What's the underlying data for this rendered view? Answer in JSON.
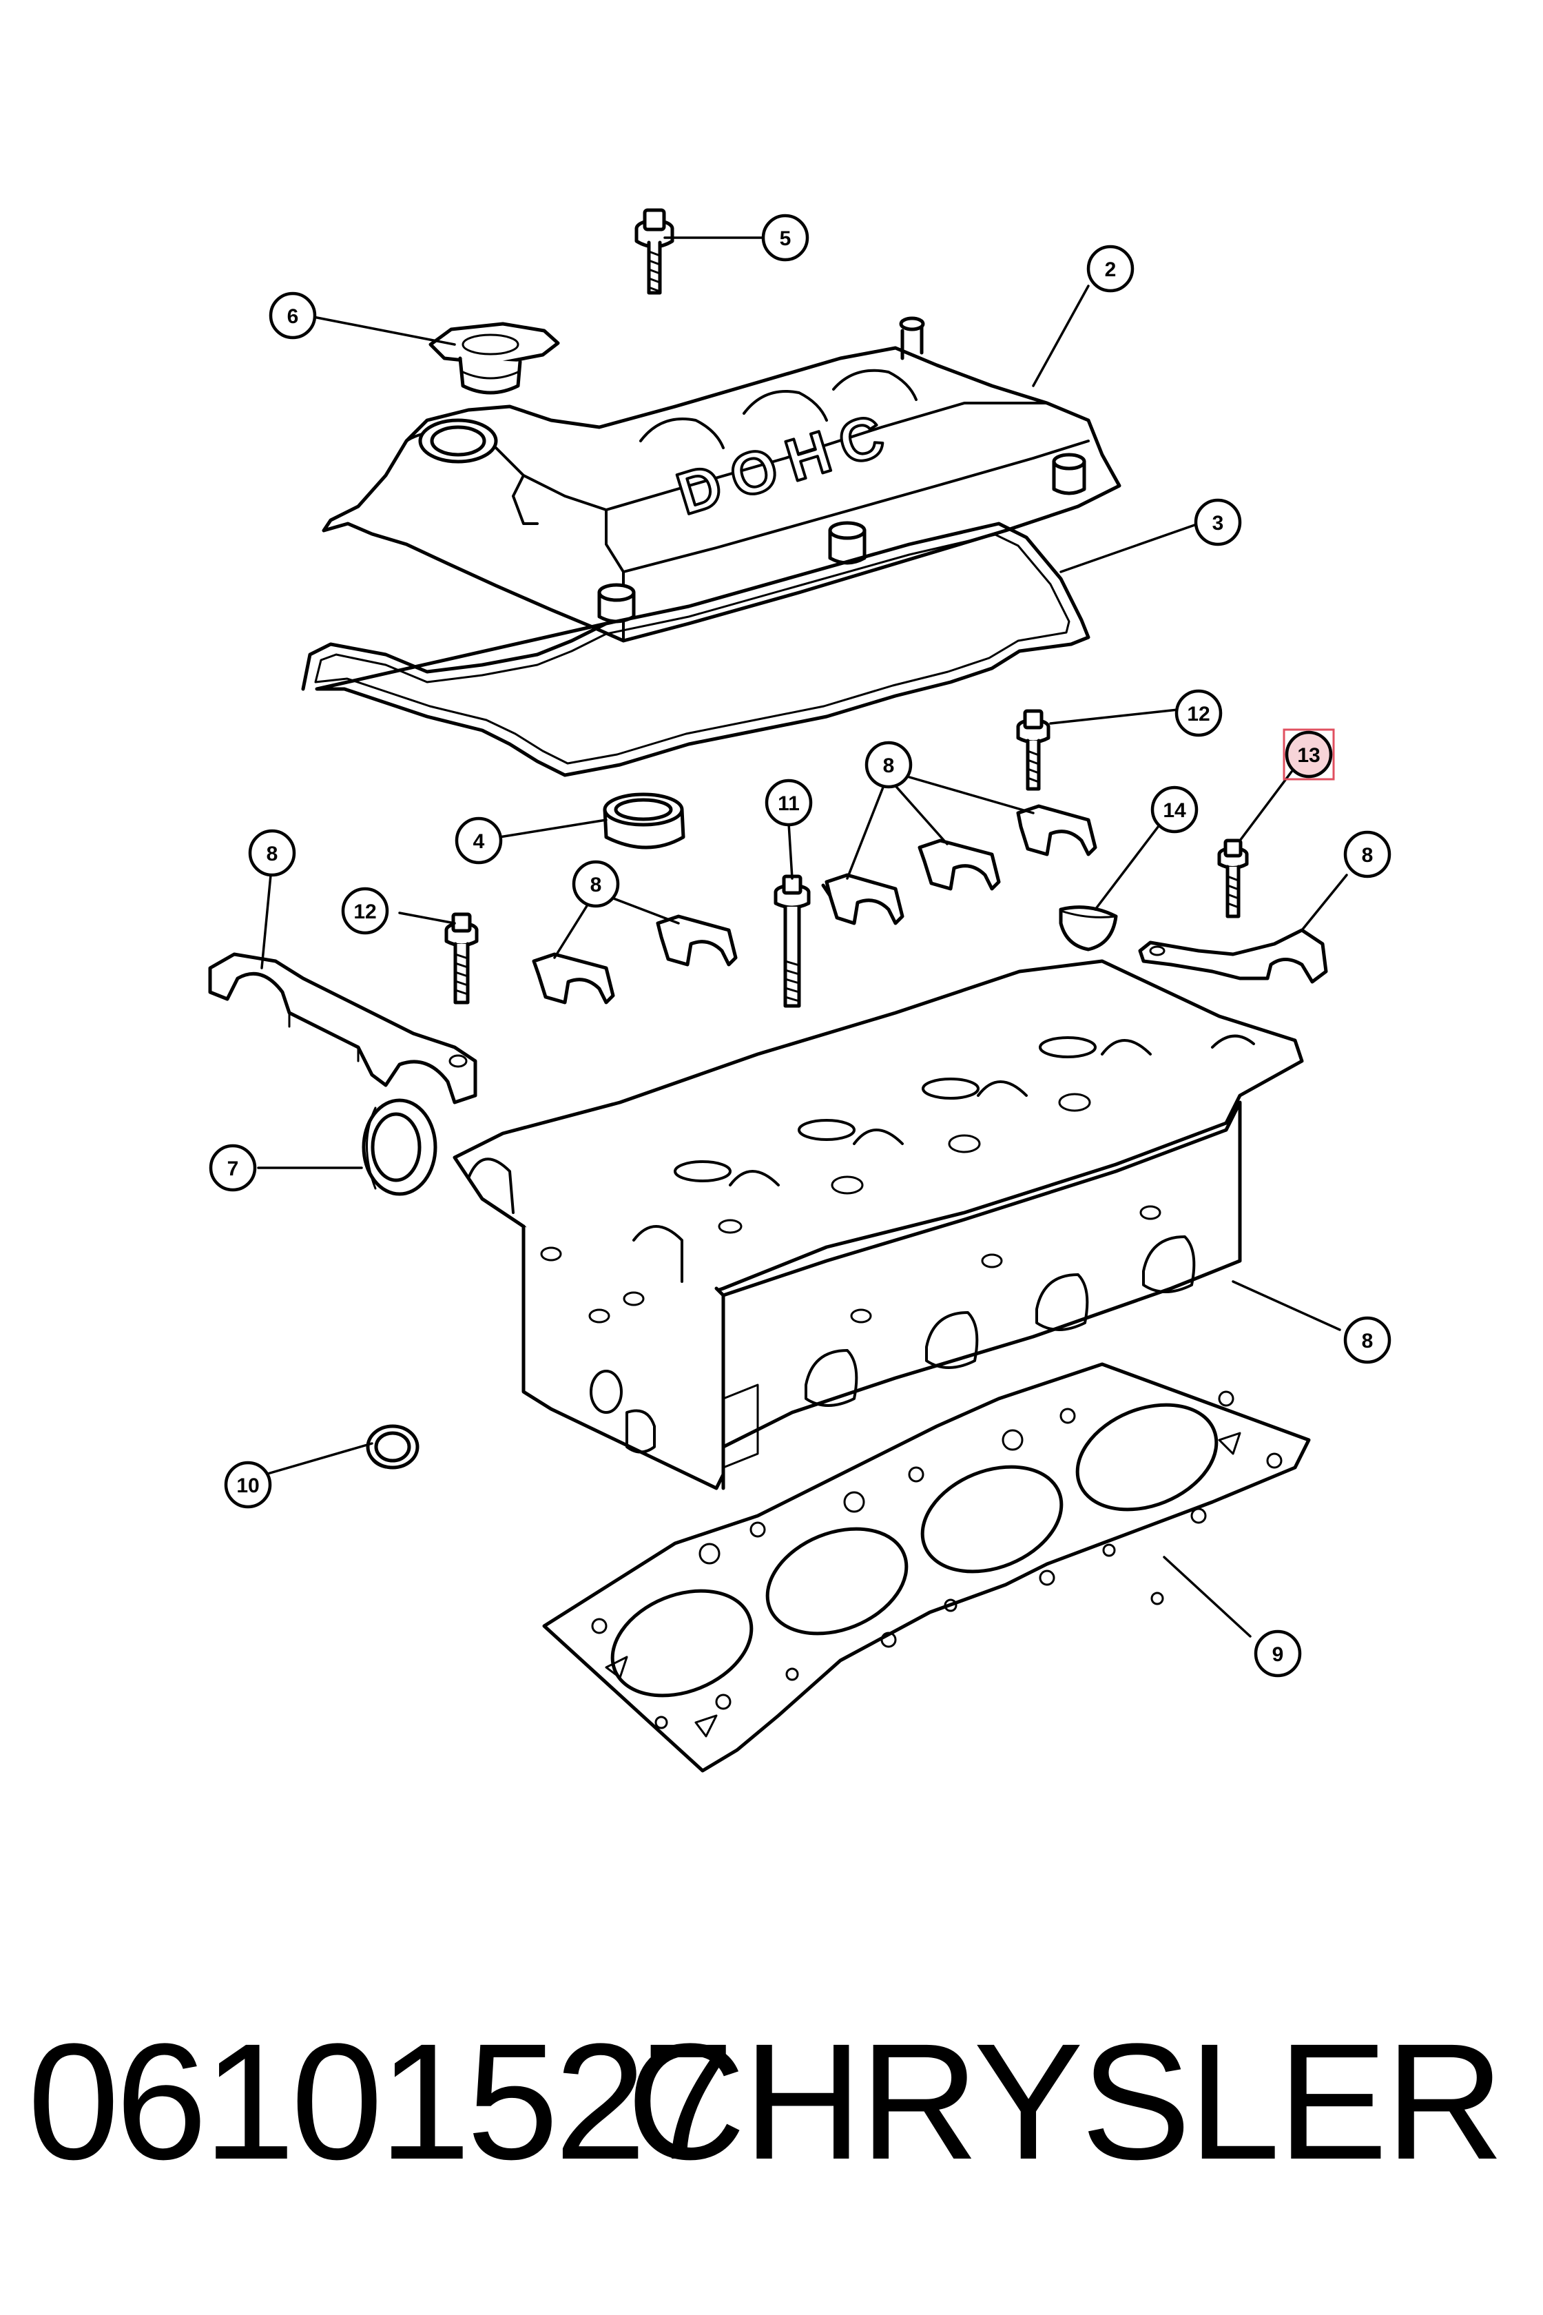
{
  "diagram": {
    "cover_marking": "DOHC",
    "callouts": [
      {
        "id": "c5",
        "label": "5",
        "highlight": false
      },
      {
        "id": "c2",
        "label": "2",
        "highlight": false
      },
      {
        "id": "c6",
        "label": "6",
        "highlight": false
      },
      {
        "id": "c3",
        "label": "3",
        "highlight": false
      },
      {
        "id": "c12a",
        "label": "12",
        "highlight": false
      },
      {
        "id": "c13",
        "label": "13",
        "highlight": true
      },
      {
        "id": "c8a",
        "label": "8",
        "highlight": false
      },
      {
        "id": "c11",
        "label": "11",
        "highlight": false
      },
      {
        "id": "c14",
        "label": "14",
        "highlight": false
      },
      {
        "id": "c4",
        "label": "4",
        "highlight": false
      },
      {
        "id": "c8b",
        "label": "8",
        "highlight": false
      },
      {
        "id": "c8c",
        "label": "8",
        "highlight": false
      },
      {
        "id": "c8d",
        "label": "8",
        "highlight": false
      },
      {
        "id": "c12b",
        "label": "12",
        "highlight": false
      },
      {
        "id": "c7",
        "label": "7",
        "highlight": false
      },
      {
        "id": "c8e",
        "label": "8",
        "highlight": false
      },
      {
        "id": "c10",
        "label": "10",
        "highlight": false
      },
      {
        "id": "c9",
        "label": "9",
        "highlight": false
      }
    ],
    "colors": {
      "line": "#000000",
      "highlight_fill": "#f7d4d8",
      "highlight_border": "#e05060"
    }
  },
  "footer": {
    "part_number": "06101527",
    "brand": "CHRYSLER"
  }
}
